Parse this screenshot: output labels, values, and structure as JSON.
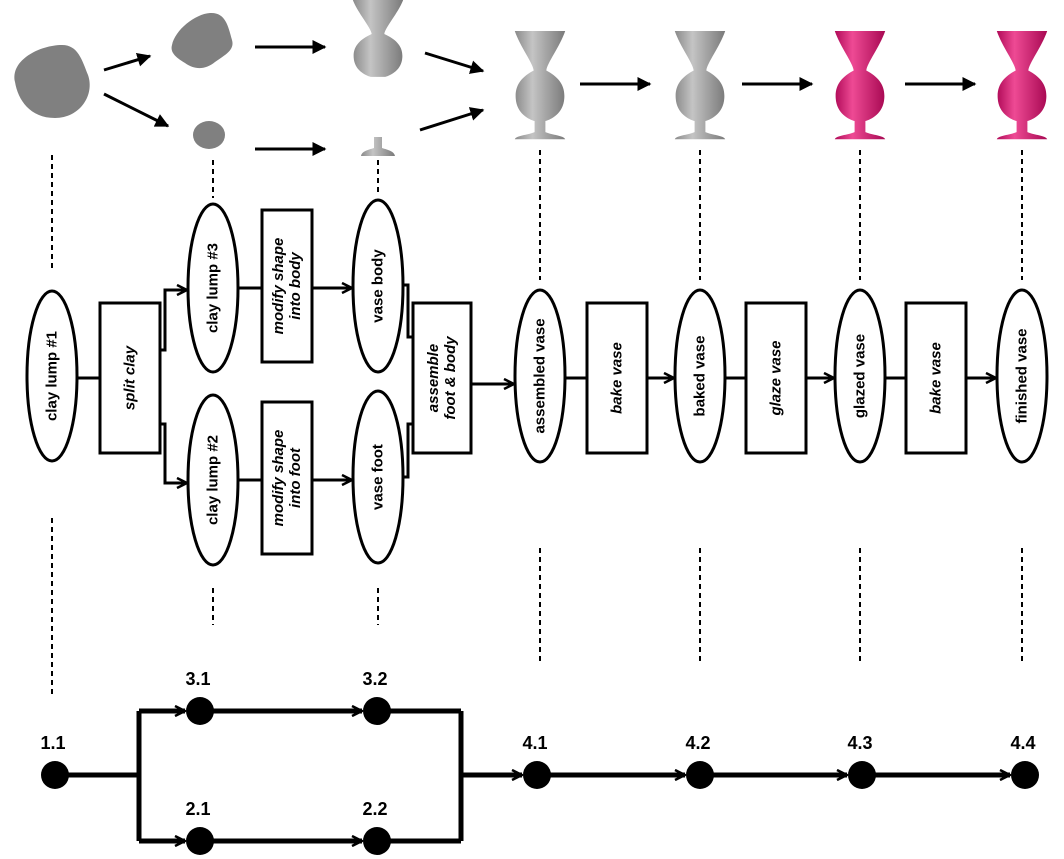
{
  "colors": {
    "clay": "#808080",
    "glaze": "#d5106d",
    "line": "#000000"
  },
  "states": [
    {
      "id": "s1",
      "label": "clay lump #1"
    },
    {
      "id": "s3",
      "label": "clay lump #3"
    },
    {
      "id": "s2",
      "label": "clay lump #2"
    },
    {
      "id": "sb",
      "label": "vase body"
    },
    {
      "id": "sf",
      "label": "vase foot"
    },
    {
      "id": "sa",
      "label": "assembled vase"
    },
    {
      "id": "sk",
      "label": "baked vase"
    },
    {
      "id": "sg",
      "label": "glazed vase"
    },
    {
      "id": "sz",
      "label": "finished vase"
    }
  ],
  "processes": [
    {
      "id": "p1",
      "lines": [
        "split clay"
      ]
    },
    {
      "id": "p2",
      "lines": [
        "modify shape",
        "into body"
      ]
    },
    {
      "id": "p3",
      "lines": [
        "modify shape",
        "into foot"
      ]
    },
    {
      "id": "p4",
      "lines": [
        "assemble",
        "foot & body"
      ]
    },
    {
      "id": "p5",
      "lines": [
        "bake vase"
      ]
    },
    {
      "id": "p6",
      "lines": [
        "glaze vase"
      ]
    },
    {
      "id": "p7",
      "lines": [
        "bake vase"
      ]
    }
  ],
  "graph_nodes": [
    "1.1",
    "3.1",
    "3.2",
    "2.1",
    "2.2",
    "4.1",
    "4.2",
    "4.3",
    "4.4"
  ]
}
